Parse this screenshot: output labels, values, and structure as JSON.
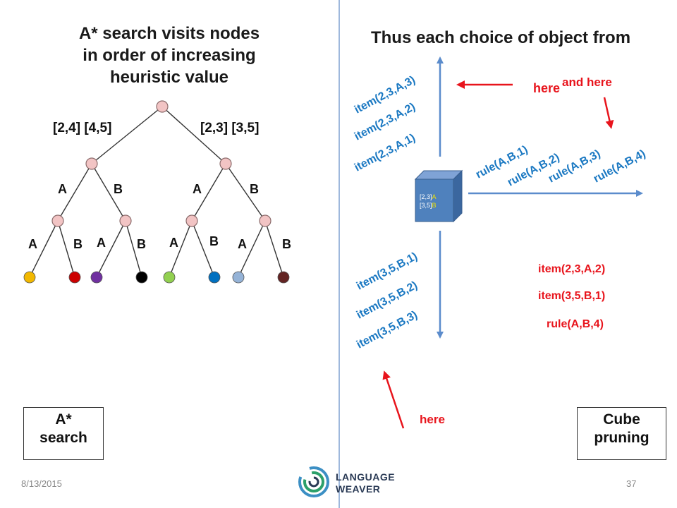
{
  "left": {
    "title_lines": [
      "A* search visits nodes",
      "in order of increasing",
      "heuristic value"
    ],
    "interval_left": "[2,4] [4,5]",
    "interval_right": "[2,3] [3,5]",
    "branch_labels": {
      "l1": [
        "A",
        "B",
        "A",
        "B"
      ],
      "l2": [
        "A",
        "B",
        "A",
        "B",
        "A",
        "B",
        "A",
        "B"
      ]
    },
    "box_label": [
      "A*",
      "search"
    ]
  },
  "right": {
    "title": "Thus each choice of object from",
    "items_up": [
      "item(2,3,A,3)",
      "item(2,3,A,2)",
      "item(2,3,A,1)"
    ],
    "rules": [
      "rule(A,B,1)",
      "rule(A,B,2)",
      "rule(A,B,3)",
      "rule(A,B,4)"
    ],
    "items_down": [
      "item(3,5,B,1)",
      "item(3,5,B,2)",
      "item(3,5,B,3)"
    ],
    "here_top": "here",
    "and_here": "and here",
    "here_bottom": "here",
    "cube_text": {
      "l1_a": "[2,3]",
      "l1_b": "A",
      "l2_a": "[3,5]",
      "l2_b": "B"
    },
    "selection": [
      "item(2,3,A,2)",
      "item(3,5,B,1)",
      "rule(A,B,4)"
    ],
    "box_label": [
      "Cube",
      "pruning"
    ]
  },
  "footer": {
    "date": "8/13/2015",
    "page": "37",
    "logo_line1": "LANGUAGE",
    "logo_line2": "WEAVER"
  },
  "colors": {
    "node_fill": "#f2c4c4",
    "node_stroke": "#8a6a6a",
    "blue_text": "#1a78c2",
    "red": "#e8141c",
    "axis": "#5b8ccc",
    "cube": "#4f81bd",
    "leaves": [
      "#f2b800",
      "#cc0000",
      "#7030a0",
      "#000000",
      "#92d050",
      "#0070c0",
      "#95b3d7",
      "#632423"
    ]
  }
}
